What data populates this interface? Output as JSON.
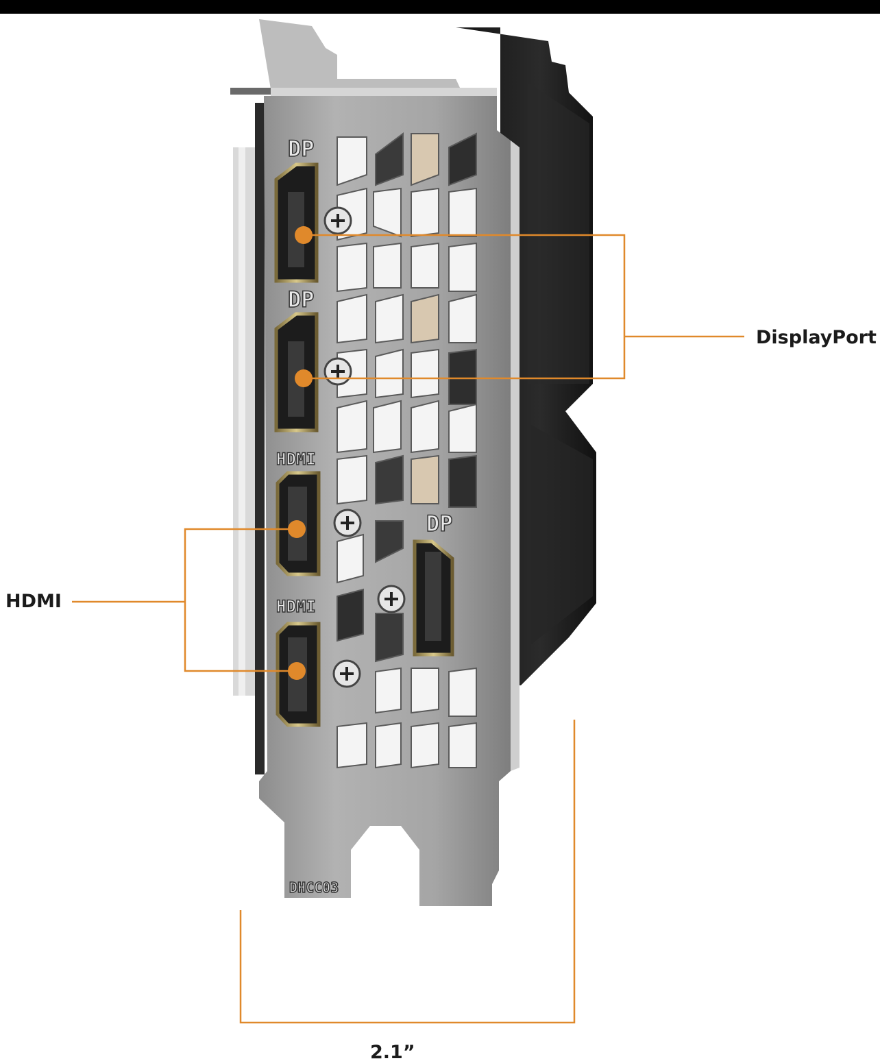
{
  "callouts": {
    "displayport": "DisplayPort",
    "hdmi": "HDMI",
    "width": "2.1”"
  },
  "bracket_labels": {
    "dp_top": "DP",
    "dp_mid": "DP",
    "hdmi_upper": "HDMI",
    "hdmi_lower": "HDMI",
    "dp_side": "DP",
    "code": "DHCC03"
  },
  "colors": {
    "accent": "#e0892b",
    "bracket": "#9a9a9a",
    "shroud": "#1e1e1e"
  }
}
